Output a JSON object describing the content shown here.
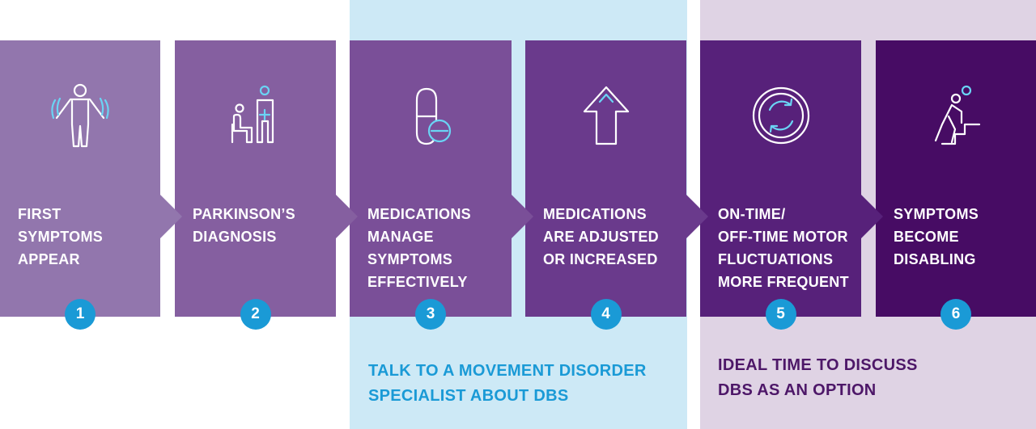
{
  "colors": {
    "step_1": "#9276ad",
    "step_2": "#855fa0",
    "step_3": "#7a4f98",
    "step_4": "#6a3a8c",
    "step_5": "#57217a",
    "step_6": "#470c64",
    "badge": "#1a9ad6",
    "icon_line": "#ffffff",
    "icon_accent": "#6ad4f4",
    "zone_blue": "#cde9f6",
    "zone_lilac": "#dfd3e4",
    "note_blue": "#1a9ad6",
    "note_purple": "#4d1768"
  },
  "steps": [
    {
      "number": "1",
      "label": "FIRST\nSYMPTOMS\nAPPEAR",
      "icon": "trembling-person-icon"
    },
    {
      "number": "2",
      "label": "PARKINSON’S\nDIAGNOSIS",
      "icon": "doctor-patient-icon"
    },
    {
      "number": "3",
      "label": "MEDICATIONS\nMANAGE\nSYMPTOMS\nEFFECTIVELY",
      "icon": "pill-icon"
    },
    {
      "number": "4",
      "label": "MEDICATIONS\nARE ADJUSTED\nOR INCREASED",
      "icon": "up-arrow-icon"
    },
    {
      "number": "5",
      "label": "ON-TIME/\nOFF-TIME MOTOR\nFLUCTUATIONS\nMORE FREQUENT",
      "icon": "cycle-arrows-icon"
    },
    {
      "number": "6",
      "label": "SYMPTOMS\nBECOME\nDISABLING",
      "icon": "person-on-stairs-icon"
    }
  ],
  "notes": {
    "specialist": "TALK TO A MOVEMENT DISORDER\nSPECIALIST ABOUT DBS",
    "ideal_time": "IDEAL TIME TO DISCUSS\nDBS AS AN OPTION"
  }
}
